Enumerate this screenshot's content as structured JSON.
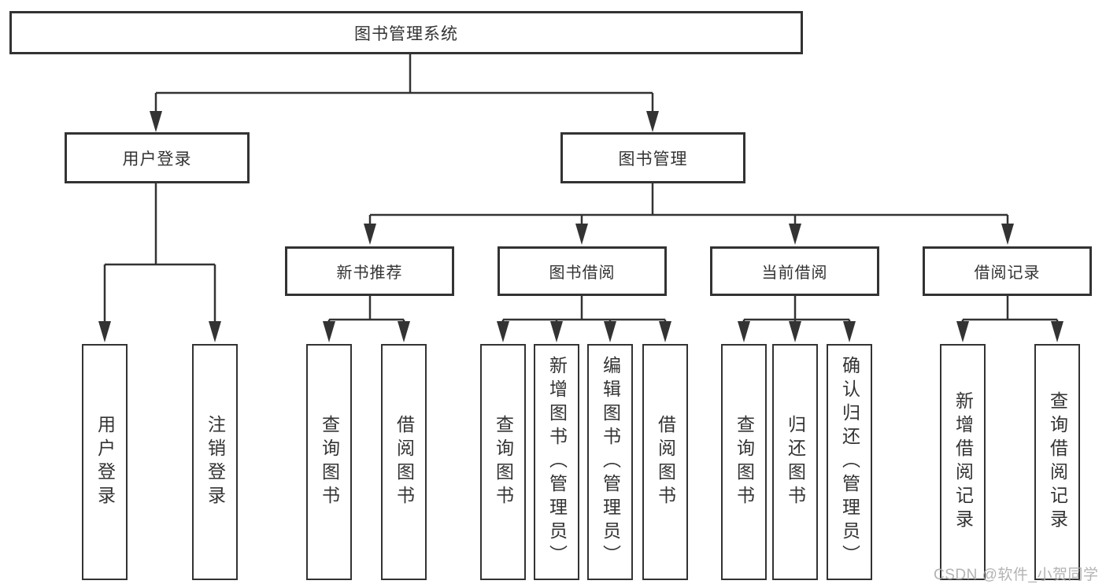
{
  "diagram_title": "图书管理系统",
  "nodes": {
    "root": "图书管理系统",
    "user_login": "用户登录",
    "book_management": "图书管理",
    "new_book_recommend": "新书推荐",
    "book_borrow": "图书借阅",
    "current_borrow": "当前借阅",
    "borrow_records": "借阅记录",
    "leaf_user_login": "用户登录",
    "leaf_logout": "注销登录",
    "leaf_rec_query_book": "查询图书",
    "leaf_rec_borrow_book": "借阅图书",
    "leaf_bb_query_book": "查询图书",
    "leaf_bb_add_book": "新增图书（管理员）",
    "leaf_bb_edit_book": "编辑图书（管理员）",
    "leaf_bb_borrow_book": "借阅图书",
    "leaf_cb_query_book": "查询图书",
    "leaf_cb_return_book": "归还图书",
    "leaf_cb_confirm_return": "确认归还（管理员）",
    "leaf_br_add_record": "新增借阅记录",
    "leaf_br_query_record": "查询借阅记录"
  },
  "hierarchy": {
    "图书管理系统": {
      "用户登录": [
        "用户登录",
        "注销登录"
      ],
      "图书管理": {
        "新书推荐": [
          "查询图书",
          "借阅图书"
        ],
        "图书借阅": [
          "查询图书",
          "新增图书（管理员）",
          "编辑图书（管理员）",
          "借阅图书"
        ],
        "当前借阅": [
          "查询图书",
          "归还图书",
          "确认归还（管理员）"
        ],
        "借阅记录": [
          "新增借阅记录",
          "查询借阅记录"
        ]
      }
    }
  },
  "watermark": {
    "text": "CSDN @软件_小贺同学"
  },
  "colors": {
    "line": "#333333",
    "text": "#333333",
    "box_background": "#ffffff",
    "page_background": "#ffffff",
    "watermark": "#adadad"
  }
}
